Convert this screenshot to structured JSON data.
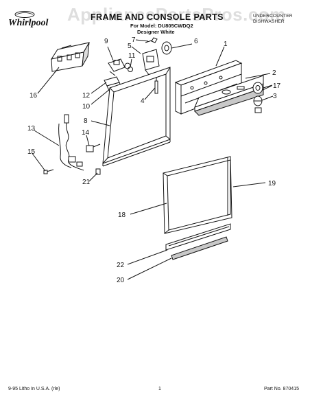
{
  "header": {
    "brand": "Whirlpool",
    "title": "FRAME AND CONSOLE PARTS",
    "model_line": "For Model: DU805CWDQ2",
    "color_line": "Designer White",
    "type_line_1": "UNDERCOUNTER",
    "type_line_2": "DISHWASHER",
    "watermark": "AppliancePartsPros.com"
  },
  "footer": {
    "left": "9-95 Litho In U.S.A. (rle)",
    "page": "1",
    "part_no": "Part No. 870415"
  },
  "callouts": [
    "1",
    "2",
    "3",
    "4",
    "5",
    "6",
    "7",
    "8",
    "9",
    "10",
    "11",
    "12",
    "13",
    "14",
    "15",
    "16",
    "17",
    "18",
    "19",
    "20",
    "21",
    "22"
  ],
  "colors": {
    "ink": "#111111",
    "panel": "#ffffff",
    "shade": "#c8c8c8",
    "watermark": "#b8b8b8"
  }
}
